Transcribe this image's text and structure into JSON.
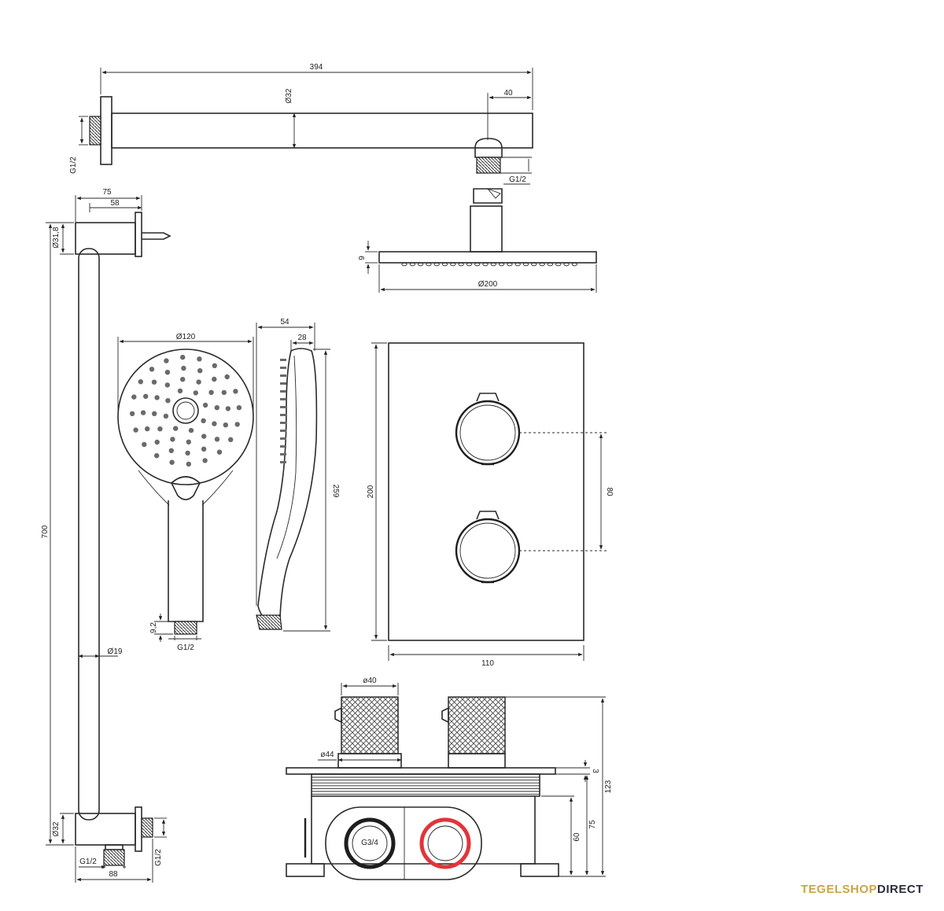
{
  "dimensions": {
    "arm_length": "394",
    "arm_diameter": "Ø32",
    "arm_head_offset": "40",
    "arm_thread": "G1/2",
    "arm_head_thread": "G1/2",
    "head_thickness": "9",
    "head_diameter": "Ø200",
    "bracket_total": "75",
    "bracket_inner": "58",
    "bracket_diameter": "Ø31,8",
    "rail_length": "700",
    "rail_diameter": "Ø19",
    "rail_bottom_diameter": "Ø32",
    "rail_bottom_thread_left": "G1/2",
    "rail_bottom_thread_right": "G1/2",
    "rail_bottom_width": "88",
    "hand_diameter": "Ø120",
    "hand_thread_length": "9,2",
    "hand_thread": "G1/2",
    "hand_depth": "54",
    "hand_depth_inner": "28",
    "hand_length": "259",
    "panel_height": "200",
    "panel_width": "110",
    "knob_spacing": "80",
    "knob_diameter": "ø40",
    "knob_base_diameter": "ø44",
    "box_plate": "3",
    "box_total": "123",
    "box_depth_75": "75",
    "box_depth_60": "60",
    "box_inlet": "G3/4"
  },
  "brand": {
    "part1": "TEGEL",
    "part2": "SHOP",
    "part3": "DIRECT"
  },
  "colors": {
    "hot_ring": "#e2343a",
    "cold_ring": "#1e1e1e",
    "brand_gold": "#c9a645",
    "brand_dark": "#2a2f3a"
  }
}
